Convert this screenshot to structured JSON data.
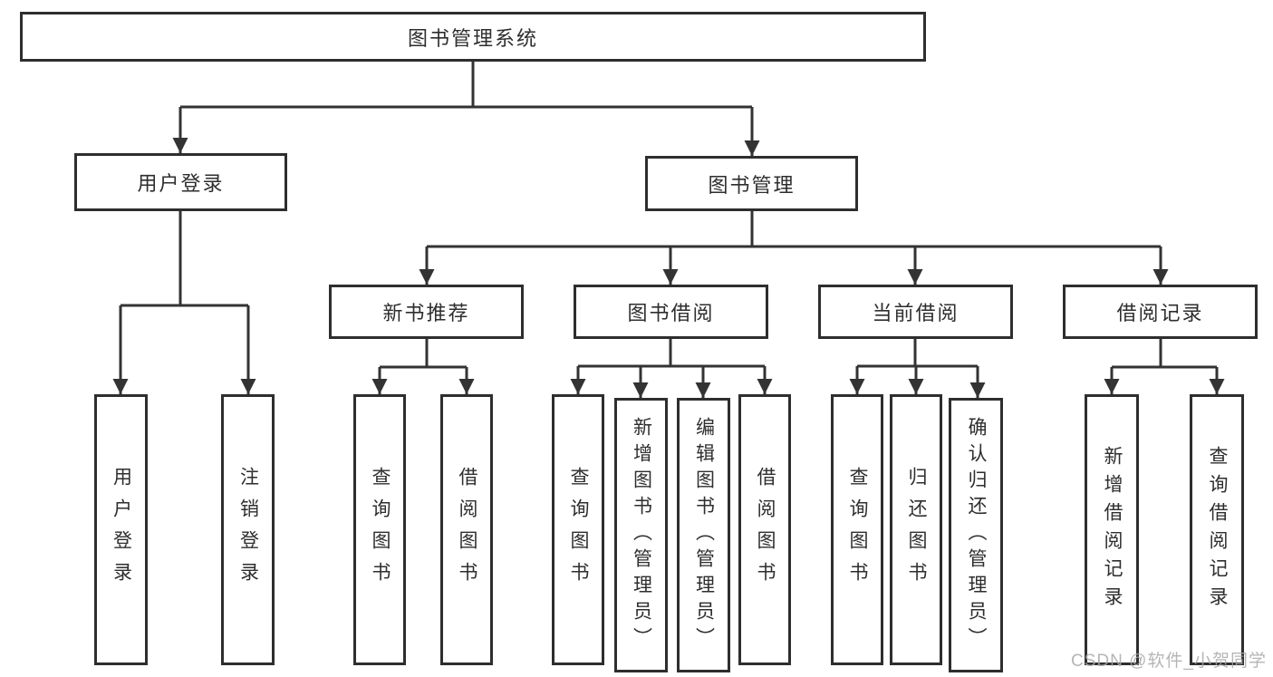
{
  "diagram": {
    "type": "tree",
    "root": {
      "label": "图书管理系统"
    },
    "branches": [
      {
        "label": "用户登录",
        "children": [
          {
            "label": "用户登录"
          },
          {
            "label": "注销登录"
          }
        ]
      },
      {
        "label": "图书管理",
        "children": [
          {
            "label": "新书推荐",
            "children": [
              {
                "label": "查询图书"
              },
              {
                "label": "借阅图书"
              }
            ]
          },
          {
            "label": "图书借阅",
            "children": [
              {
                "label": "查询图书"
              },
              {
                "label": "新增图书（管理员）"
              },
              {
                "label": "编辑图书（管理员）"
              },
              {
                "label": "借阅图书"
              }
            ]
          },
          {
            "label": "当前借阅",
            "children": [
              {
                "label": "查询图书"
              },
              {
                "label": "归还图书"
              },
              {
                "label": "确认归还（管理员）"
              }
            ]
          },
          {
            "label": "借阅记录",
            "children": [
              {
                "label": "新增借阅记录"
              },
              {
                "label": "查询借阅记录"
              }
            ]
          }
        ]
      }
    ],
    "watermark": "CSDN @软件_小贺同学",
    "colors": {
      "line": "#333333",
      "box_border": "#2e2e2e",
      "box_fill": "#ffffff",
      "text": "#2e2e2e",
      "watermark": "#a9a9a9",
      "background": "#ffffff"
    }
  }
}
